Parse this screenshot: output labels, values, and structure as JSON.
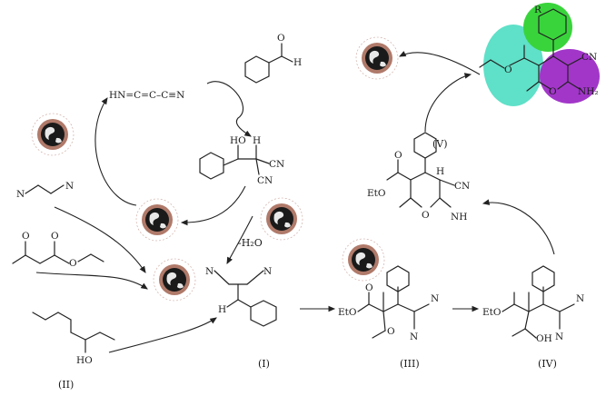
{
  "reactants": {
    "benzaldehyde_h": "H",
    "benzaldehyde_o": "O",
    "imine": "HN=C=C–C≡N",
    "malononitrile_left": "N",
    "malononitrile_right": "N",
    "acetoacetate_o": "O"
  },
  "adduct": {
    "ho": "HO",
    "h": "H",
    "cn": "CN"
  },
  "water": "-H₂O",
  "intermediates": {
    "I": {
      "label": "(I)",
      "n1": "N",
      "n2": "N",
      "h": "H"
    },
    "II": {
      "label": "(II)",
      "ho": "HO"
    },
    "III": {
      "label": "(III)",
      "eto": "EtO",
      "o": "O",
      "n": "N",
      "n2": "N"
    },
    "IV": {
      "label": "(IV)",
      "eto": "EtO",
      "oh": "OH",
      "n": "N",
      "n2": "N"
    },
    "cyclic": {
      "eto": "EtO",
      "o": "O",
      "ring_o": "O",
      "h": "H",
      "cn": "CN",
      "nh": "NH"
    },
    "V": {
      "label": "(V)",
      "r": "R",
      "cn": "CN",
      "nh2": "NH₂",
      "ring_o": "O",
      "o": "O"
    }
  },
  "colors": {
    "ester_region": "#5fe0c8",
    "aryl_region": "#39d43b",
    "amino_region": "#a236c9",
    "catalyst_core": "#1a1a1a",
    "catalyst_shell": "#b07a6a",
    "catalyst_beads": "#9b59d0"
  },
  "icons": [
    "catalyst-nanoparticle-icon"
  ]
}
